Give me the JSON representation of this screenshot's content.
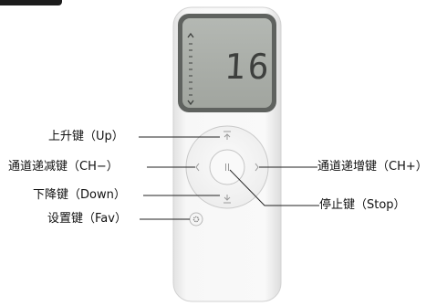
{
  "screen": {
    "display_value": "16"
  },
  "labels": {
    "up": "上升键（Up）",
    "ch_minus": "通道递减键（CH−）",
    "down": "下降键（Down）",
    "fav": "设置键（Fav）",
    "ch_plus": "通道递增键（CH+）",
    "stop": "停止键（Stop）"
  },
  "colors": {
    "body": "#f4f4f4",
    "screen_frame": "#6e716e",
    "lcd": "#a9ada8",
    "segment": "#3d3f3d",
    "leader_line": "#222222"
  }
}
